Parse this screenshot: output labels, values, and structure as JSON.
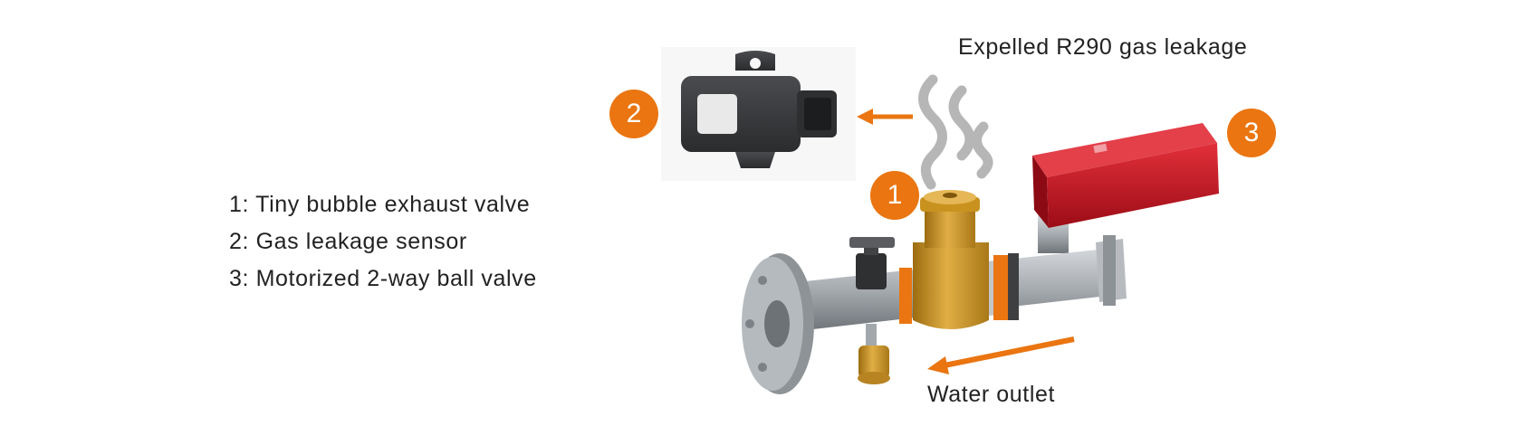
{
  "legend": {
    "items": [
      "1: Tiny bubble exhaust valve",
      "2: Gas leakage sensor",
      "3: Motorized 2-way ball valve"
    ]
  },
  "labels": {
    "gas": "Expelled R290 gas leakage",
    "water": "Water outlet"
  },
  "badges": [
    "1",
    "2",
    "3"
  ],
  "colors": {
    "accent": "#ea7511",
    "pipe": "#a9aeb3",
    "brass": "#c9921f",
    "actuator": "#c5121f",
    "sensor_body": "#3a3b3d",
    "smoke": "#b6b6b6"
  },
  "icons": [
    "gas-leakage-sensor-icon",
    "smoke-icon",
    "exhaust-valve-icon",
    "ball-valve-actuator-icon",
    "flange-icon"
  ]
}
